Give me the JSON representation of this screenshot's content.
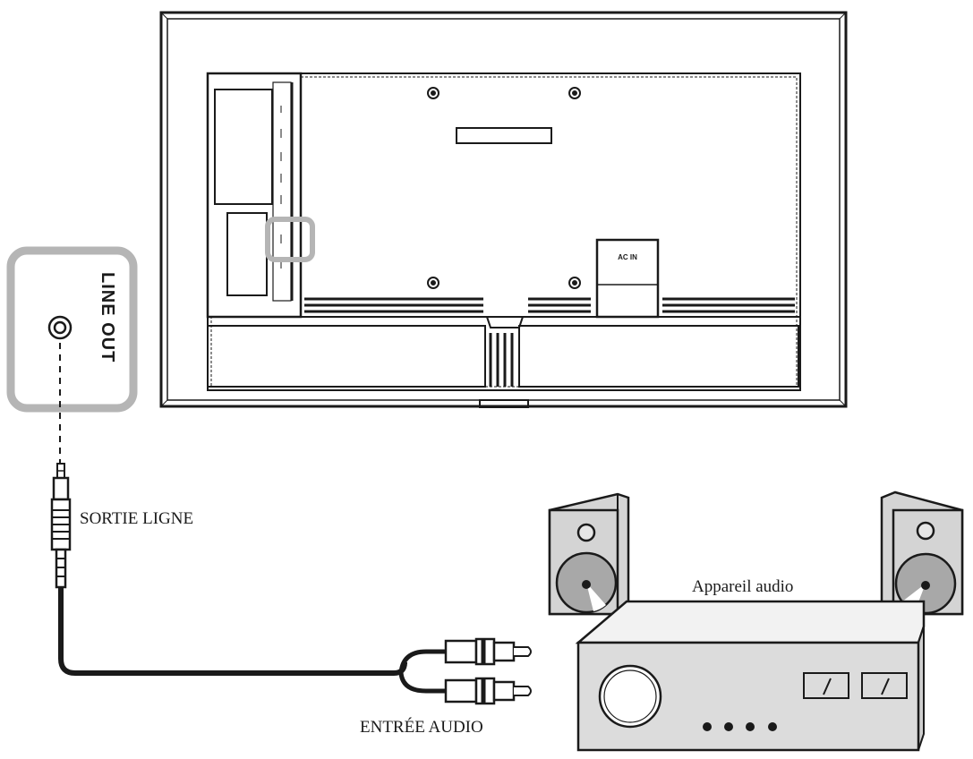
{
  "labels": {
    "line_out_port": "LINE OUT",
    "tv_ac_in": "AC IN",
    "jack_label": "SORTIE LIGNE",
    "device_label": "Appareil audio",
    "rca_label": "ENTRÉE AUDIO"
  },
  "colors": {
    "outline": "#1a1a1a",
    "highlight": "#b5b5b5",
    "amp_face": "#dcdcdc",
    "speaker_box": "#d4d4d4"
  }
}
